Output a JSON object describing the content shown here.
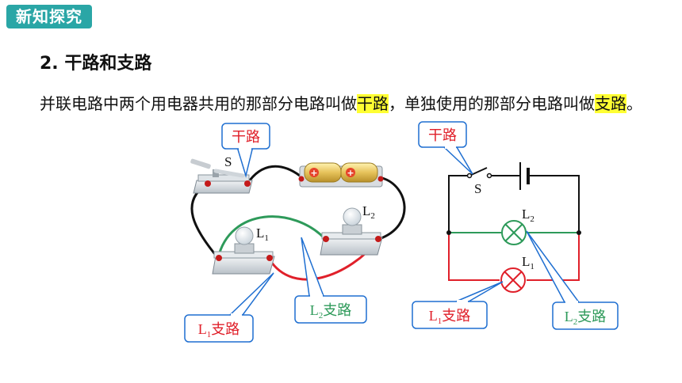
{
  "badge": "新知探究",
  "heading": "2. 干路和支路",
  "paragraph": {
    "part1": "并联电路中两个用电器共用的那部分电路叫做",
    "term1": "干路",
    "part2": "，单独使用的那部分电路叫做",
    "term2": "支路",
    "part3": "。"
  },
  "left_diagram": {
    "trunk_callout": "干路",
    "switch_label": "S",
    "bulb1_label": "L",
    "bulb1_sub": "1",
    "bulb2_label": "L",
    "bulb2_sub": "2",
    "branch1_callout": {
      "letter": "L",
      "sub": "1",
      "text": "支路"
    },
    "branch2_callout": {
      "letter": "L",
      "sub": "2",
      "text": "支路"
    }
  },
  "right_diagram": {
    "trunk_callout": "干路",
    "switch_label": "S",
    "lamp2_label": "L",
    "lamp2_sub": "2",
    "lamp1_label": "L",
    "lamp1_sub": "1",
    "branch1_callout": {
      "letter": "L",
      "sub": "1",
      "text": "支路"
    },
    "branch2_callout": {
      "letter": "L",
      "sub": "2",
      "text": "支路"
    }
  },
  "colors": {
    "badge": "#2aa6a6",
    "highlight": "#ffff33",
    "callout_border": "#1f6fd1",
    "trunk_text": "#e0202a",
    "branch1": "#e0202a",
    "branch2": "#2e9a5a",
    "wire": "#111111"
  }
}
